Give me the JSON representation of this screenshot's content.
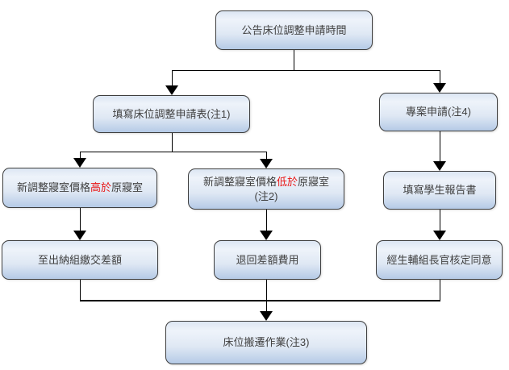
{
  "diagram": {
    "type": "flowchart",
    "nodes": {
      "announce": {
        "label": "公告床位調整申請時間"
      },
      "fill_form": {
        "label": "填寫床位調整申請表(注1)"
      },
      "special": {
        "label": "專案申請(注4)"
      },
      "higher": {
        "pre": "新調整寢室價格",
        "highlight": "高於",
        "post": "原寢室"
      },
      "lower": {
        "pre": "新調整寢室價格",
        "highlight": "低於",
        "post": "原寢室",
        "note": "(注2)"
      },
      "report": {
        "label": "填寫學生報告書"
      },
      "cashier": {
        "label": "至出納組繳交差額"
      },
      "refund": {
        "label": "退回差額費用"
      },
      "approve": {
        "label": "經生輔組長官核定同意"
      },
      "move": {
        "label": "床位搬遷作業(注3)"
      }
    },
    "edges": [
      "announce -> fill_form",
      "announce -> special",
      "fill_form -> higher",
      "fill_form -> lower",
      "special -> report",
      "higher -> cashier",
      "lower -> refund",
      "report -> approve",
      "cashier -> move",
      "refund -> move",
      "approve -> move"
    ],
    "colors": {
      "box_fill_top": "#eef3fa",
      "box_fill_bottom": "#b5cae6",
      "box_border": "#3e3e3e",
      "connector": "#000000",
      "text": "#404040",
      "highlight": "#e81313"
    }
  }
}
